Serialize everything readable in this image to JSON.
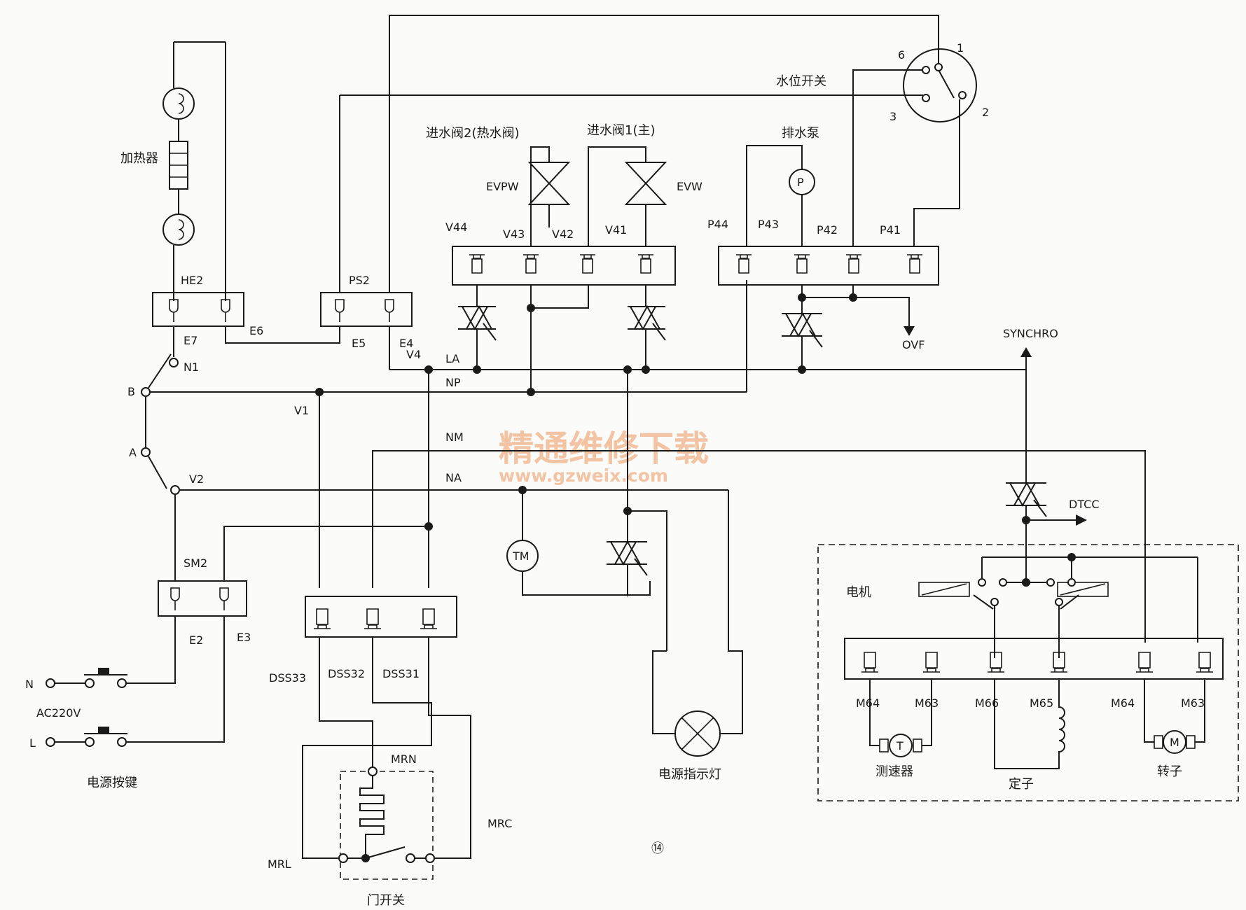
{
  "labels": {
    "heater": "加热器",
    "he2": "HE2",
    "e7": "E7",
    "e6": "E6",
    "e5": "E5",
    "e4": "E4",
    "ps2": "PS2",
    "n1": "N1",
    "b": "B",
    "a": "A",
    "v1": "V1",
    "v2": "V2",
    "v4": "V4",
    "la": "LA",
    "np": "NP",
    "nm": "NM",
    "na": "NA",
    "sm2": "SM2",
    "e2": "E2",
    "e3": "E3",
    "n": "N",
    "l": "L",
    "ac220v": "AC220V",
    "power_key": "电源按键",
    "valve2": "进水阀2(热水阀)",
    "valve1": "进水阀1(主)",
    "evpw": "EVPW",
    "evw": "EVW",
    "v44": "V44",
    "v43": "V43",
    "v42": "V42",
    "v41": "V41",
    "drain_pump": "排水泵",
    "p44": "P44",
    "p43": "P43",
    "p42": "P42",
    "p41": "P41",
    "water_level_switch": "水位开关",
    "ws1": "1",
    "ws2": "2",
    "ws3": "3",
    "ws6": "6",
    "ovf": "OVF",
    "synchro": "SYNCHRO",
    "dtcc": "DTCC",
    "tm": "TM",
    "pump_p": "P",
    "dss33": "DSS33",
    "dss32": "DSS32",
    "dss31": "DSS31",
    "mrn": "MRN",
    "mrc": "MRC",
    "mrl": "MRL",
    "door_switch": "门开关",
    "power_lamp": "电源指示灯",
    "motor": "电机",
    "m64a": "M64",
    "m63a": "M63",
    "m66": "M66",
    "m65": "M65",
    "m64b": "M64",
    "m63b": "M63",
    "tachometer": "测速器",
    "stator": "定子",
    "rotor": "转子",
    "tacho_t": "T",
    "rotor_m": "M",
    "figure_number": "⑭"
  },
  "watermark": {
    "title": "精通维修下载",
    "url": "www.gzweix.com",
    "color": "#f3c4a4"
  }
}
